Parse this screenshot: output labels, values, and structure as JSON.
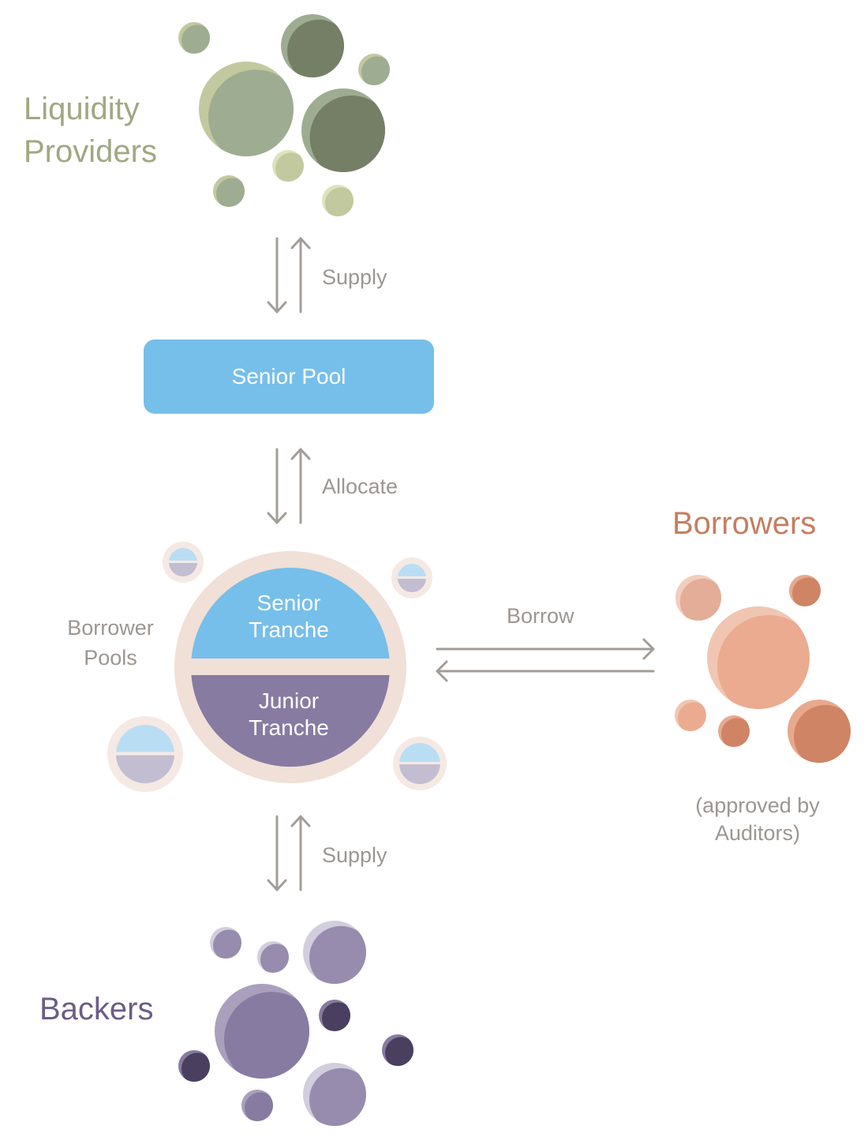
{
  "colors": {
    "liquidity_label": "#a0a882",
    "borrowers_label": "#c47e60",
    "backers_label": "#6b5d86",
    "flow_gray": "#9c9692",
    "senior_blue": "#76bfea",
    "senior_light_blue": "#b9def3",
    "junior_purple": "#887ba2",
    "junior_light_purple": "#c3bdd1",
    "pool_ring": "#f0e0d7",
    "pool_ring_small": "#f5e9e4"
  },
  "groups": {
    "liquidity_providers": {
      "label_line1": "Liquidity",
      "label_line2": "Providers"
    },
    "borrowers": {
      "label": "Borrowers",
      "note_line1": "(approved by",
      "note_line2": "Auditors)"
    },
    "backers": {
      "label": "Backers"
    }
  },
  "nodes": {
    "senior_pool": {
      "label": "Senior Pool"
    },
    "borrower_pools": {
      "label_line1": "Borrower",
      "label_line2": "Pools",
      "senior_tranche_line1": "Senior",
      "senior_tranche_line2": "Tranche",
      "junior_tranche_line1": "Junior",
      "junior_tranche_line2": "Tranche"
    }
  },
  "flows": {
    "lp_to_senior_pool": {
      "label": "Supply",
      "direction": "bidirectional-vertical"
    },
    "senior_pool_to_borrower_pools": {
      "label": "Allocate",
      "direction": "bidirectional-vertical"
    },
    "borrower_pools_to_borrowers": {
      "label": "Borrow",
      "direction": "bidirectional-horizontal"
    },
    "backers_to_borrower_pools": {
      "label": "Supply",
      "direction": "bidirectional-vertical"
    }
  },
  "bubble_clusters": {
    "liquidity_providers": [
      {
        "back": "#c2c99e",
        "front": "#9ead91"
      },
      {
        "back": "#9ead91",
        "front": "#747f66"
      },
      {
        "back": "#c2c99e",
        "front": "#9ead91"
      },
      {
        "back": "#c2c99e",
        "front": "#9ead91"
      },
      {
        "back": "#9ead91",
        "front": "#747f66"
      },
      {
        "back": "#dde3ba",
        "front": "#c2c99e"
      },
      {
        "back": "#c2c99e",
        "front": "#9ead91"
      },
      {
        "back": "#dde3ba",
        "front": "#c2c99e"
      }
    ],
    "borrowers": [
      {
        "back": "#f3cdbd",
        "front": "#e3ad97"
      },
      {
        "back": "#e8a98d",
        "front": "#cf8565"
      },
      {
        "back": "#f0c6b3",
        "front": "#ebab90"
      },
      {
        "back": "#f0c6b3",
        "front": "#ebab90"
      },
      {
        "back": "#e8a98d",
        "front": "#cf8565"
      },
      {
        "back": "#e8a98d",
        "front": "#cf8565"
      }
    ],
    "backers": [
      {
        "back": "#d2cedd",
        "front": "#978cae"
      },
      {
        "back": "#d2cedd",
        "front": "#978cae"
      },
      {
        "back": "#d2cedd",
        "front": "#978cae"
      },
      {
        "back": "#aaa0bd",
        "front": "#887ba2"
      },
      {
        "back": "#887ba2",
        "front": "#4a3f5f"
      },
      {
        "back": "#887ba2",
        "front": "#4a3f5f"
      },
      {
        "back": "#887ba2",
        "front": "#4a3f5f"
      },
      {
        "back": "#aaa0bd",
        "front": "#887ba2"
      },
      {
        "back": "#d2cedd",
        "front": "#978cae"
      }
    ]
  }
}
